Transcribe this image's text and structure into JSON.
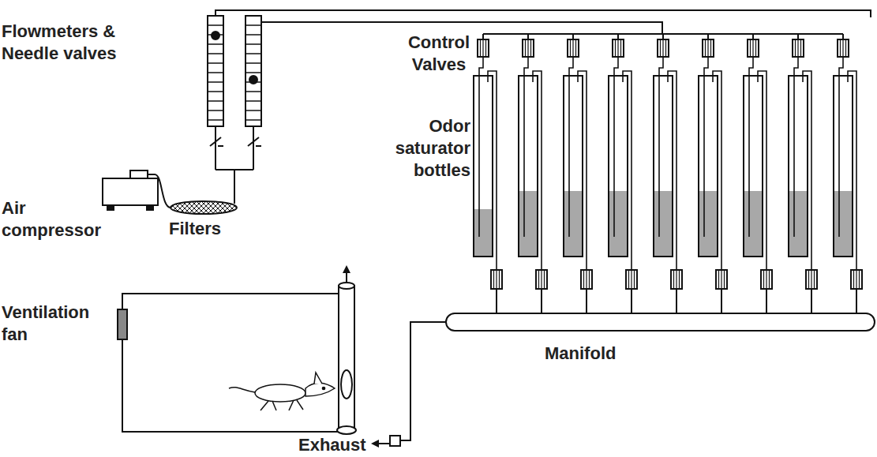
{
  "diagram": {
    "labels": [
      "Flowmeters & Needle valves",
      "Control Valves",
      "Odor saturator bottles",
      "Air compressor",
      "Filters",
      "Ventilation fan",
      "Manifold",
      "Exhaust"
    ]
  }
}
